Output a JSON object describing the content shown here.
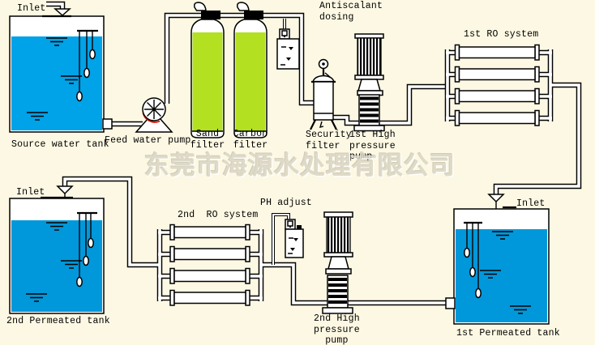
{
  "labels": {
    "inlet_source": "Inlet",
    "source_tank": "Source water tank",
    "feed_pump": "Feed water pump",
    "sand_filter": "Sand\nfilter",
    "carbon_filter": "Carbon\nfilter",
    "antiscalant_dosing": "Antiscalant\ndosing",
    "security_filter": "Security\nfilter",
    "hp_pump_1": "1st High\npressure\npump",
    "ro_system_1": "1st RO system",
    "inlet_2nd_permeated": "Inlet",
    "permeated_tank_2": "2nd Permeated tank",
    "ro_system_2": "2nd  RO system",
    "ph_adjust": "PH adjust",
    "hp_pump_2": "2nd High\npressure\n  pump",
    "inlet_1st_permeated": "Inlet",
    "permeated_tank_1": "1st Permeated tank",
    "watermark": "东莞市海源水处理有限公司"
  },
  "colors": {
    "background": "#FCF8E3",
    "water_source_tank": "#00A2E8",
    "water_permeated_tank": "#0098DB",
    "filter_media_green": "#B3E021",
    "pump_accent_red": "#DD1100",
    "line_black": "#000000",
    "watermark_gray": "#DAD5C3"
  },
  "icons": {
    "feed_pump": "impeller-wheel-pump",
    "hp_pumps": "vertical-multistage-pump",
    "filters": "pressure-vessel-with-valve",
    "dosing": "chemical-dosing-tank",
    "tank_floats": "level-float-switches",
    "water_ripples": "water-surface-symbol",
    "inlet_funnel": "funnel-inlet"
  }
}
